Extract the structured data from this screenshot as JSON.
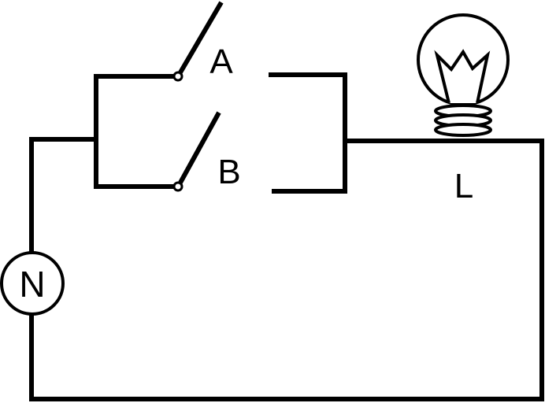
{
  "labels": {
    "switch_a": "A",
    "switch_b": "B",
    "lamp": "L",
    "source": "N"
  },
  "colors": {
    "line": "#000000",
    "background": "#ffffff"
  }
}
